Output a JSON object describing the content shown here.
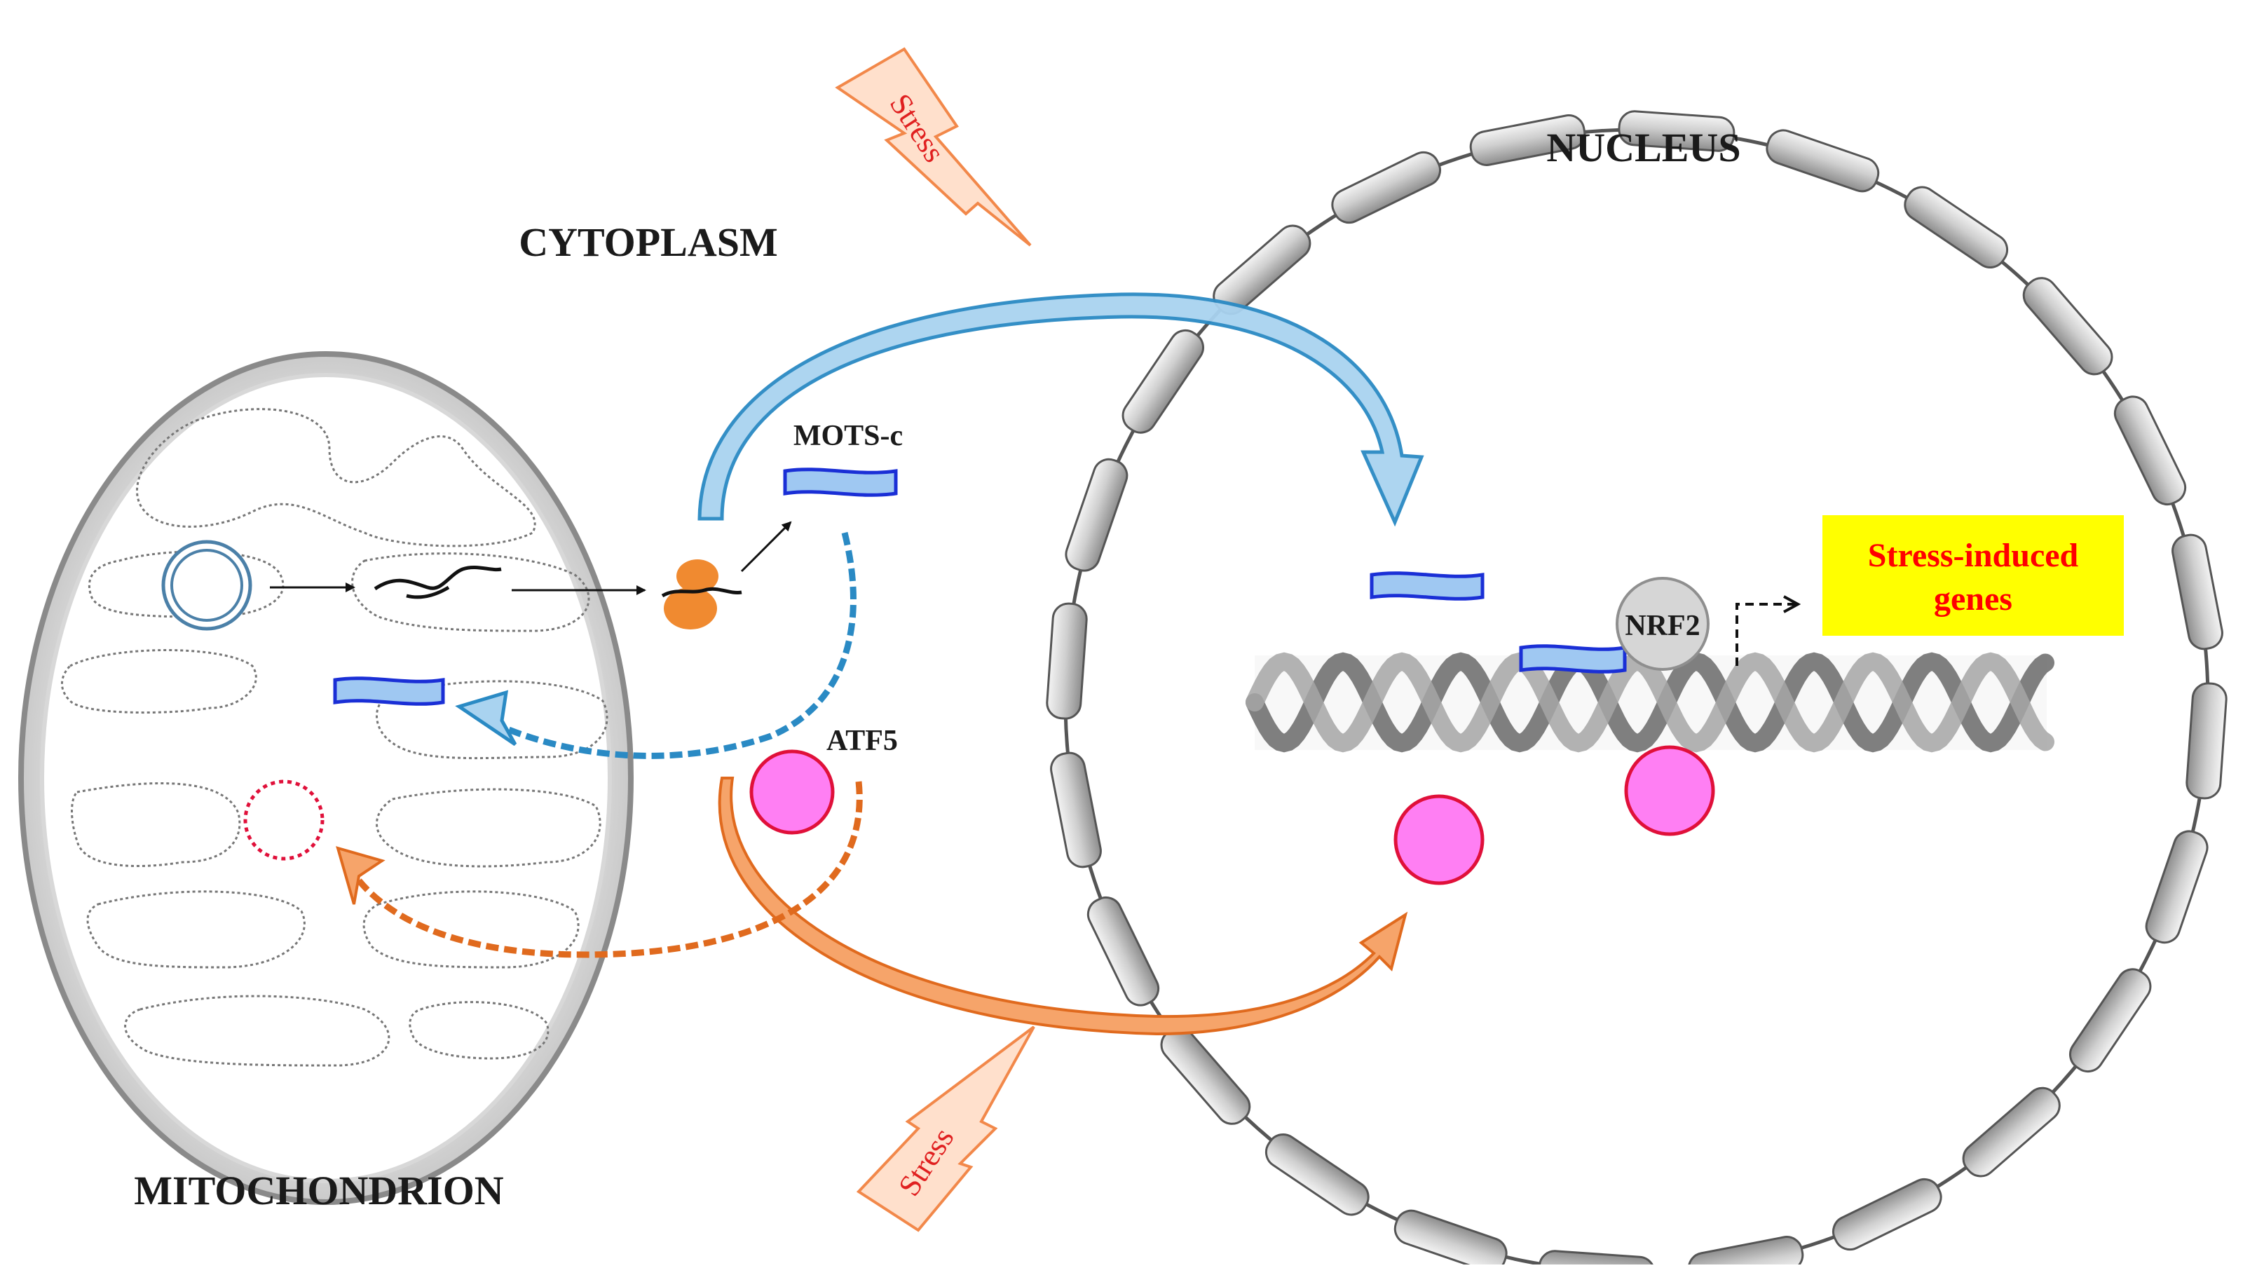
{
  "labels": {
    "cytoplasm": "CYTOPLASM",
    "nucleus": "NUCLEUS",
    "mitochondrion": "MITOCHONDRION",
    "mots_c": "MOTS-c",
    "atf5": "ATF5",
    "nrf2": "NRF2",
    "stress_top": "Stress",
    "stress_bottom": "Stress",
    "genes_line1": "Stress-induced",
    "genes_line2": "genes"
  },
  "colors": {
    "blue_arrow": "#2a8ac4",
    "blue_arrow_fill": "#a9d3f0",
    "orange_arrow": "#e06a1e",
    "orange_arrow_fill": "#f6a46a",
    "mots_c_fill": "#9fc8f2",
    "mots_c_stroke": "#1a2fd6",
    "atf5_fill": "#ff7ff3",
    "atf5_stroke": "#e0103a",
    "stress_fill": "#ffe0cc",
    "stress_stroke": "#f2884a",
    "stress_text": "#e02020",
    "genes_box": "#ffff00",
    "genes_text": "#ff0000",
    "ribosome": "#f08a30",
    "nrf2_fill": "#d6d6d6"
  }
}
